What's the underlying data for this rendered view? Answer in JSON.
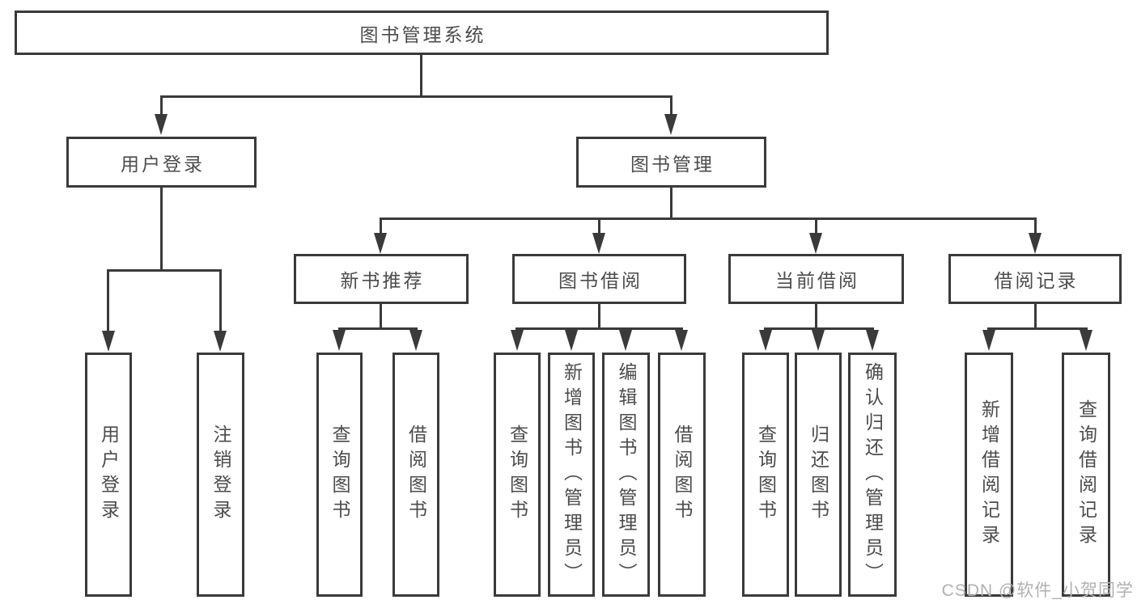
{
  "tree": {
    "label": "图书管理系统",
    "children": [
      {
        "label": "用户登录",
        "children": [
          {
            "label": "用户登录"
          },
          {
            "label": "注销登录"
          }
        ]
      },
      {
        "label": "图书管理",
        "children": [
          {
            "label": "新书推荐",
            "children": [
              {
                "label": "查询图书"
              },
              {
                "label": "借阅图书"
              }
            ]
          },
          {
            "label": "图书借阅",
            "children": [
              {
                "label": "查询图书"
              },
              {
                "label": "新增图书（管理员）"
              },
              {
                "label": "编辑图书（管理员）"
              },
              {
                "label": "借阅图书"
              }
            ]
          },
          {
            "label": "当前借阅",
            "children": [
              {
                "label": "查询图书"
              },
              {
                "label": "归还图书"
              },
              {
                "label": "确认归还（管理员）"
              }
            ]
          },
          {
            "label": "借阅记录",
            "children": [
              {
                "label": "新增借阅记录"
              },
              {
                "label": "查询借阅记录"
              }
            ]
          }
        ]
      }
    ]
  },
  "watermark": {
    "text": "CSDN @软件_小贺同学"
  },
  "colors": {
    "line": "#3a3a3a",
    "text": "#4c4c4c",
    "watermark": "#b1b1b1",
    "background": "#ffffff"
  }
}
